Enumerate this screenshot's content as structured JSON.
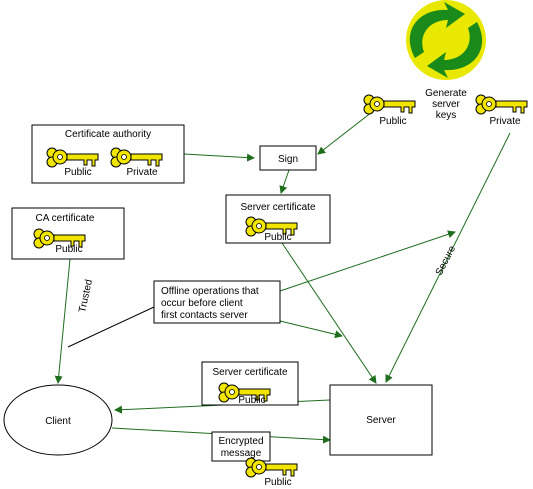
{
  "colors": {
    "arrow": "#2a7a2a",
    "key_fill": "#f2e600",
    "logo_yellow": "#e8e800",
    "logo_green": "#1a8a1a"
  },
  "icons": {
    "key": "key-icon",
    "logo": "recycle-logo-icon"
  },
  "generate_label": [
    "Generate",
    "server",
    "keys"
  ],
  "keys": {
    "top_public": "Public",
    "top_private": "Private",
    "ca_public": "Public",
    "ca_private": "Private",
    "ca_cert_public": "Public",
    "server_cert_public": "Public",
    "server_cert_bottom_public": "Public",
    "encrypted_public": "Public"
  },
  "boxes": {
    "certificate_authority": "Certificate authority",
    "sign": "Sign",
    "ca_certificate": "CA certificate",
    "server_certificate": "Server certificate",
    "offline_note": [
      "Offline operations that",
      "occur before client",
      "first contacts server"
    ],
    "server_certificate_bottom": "Server certificate",
    "client": "Client",
    "server": "Server",
    "encrypted_message": [
      "Encrypted",
      "message"
    ]
  },
  "edge_labels": {
    "trusted": "Trusted",
    "secure": "Secure"
  }
}
